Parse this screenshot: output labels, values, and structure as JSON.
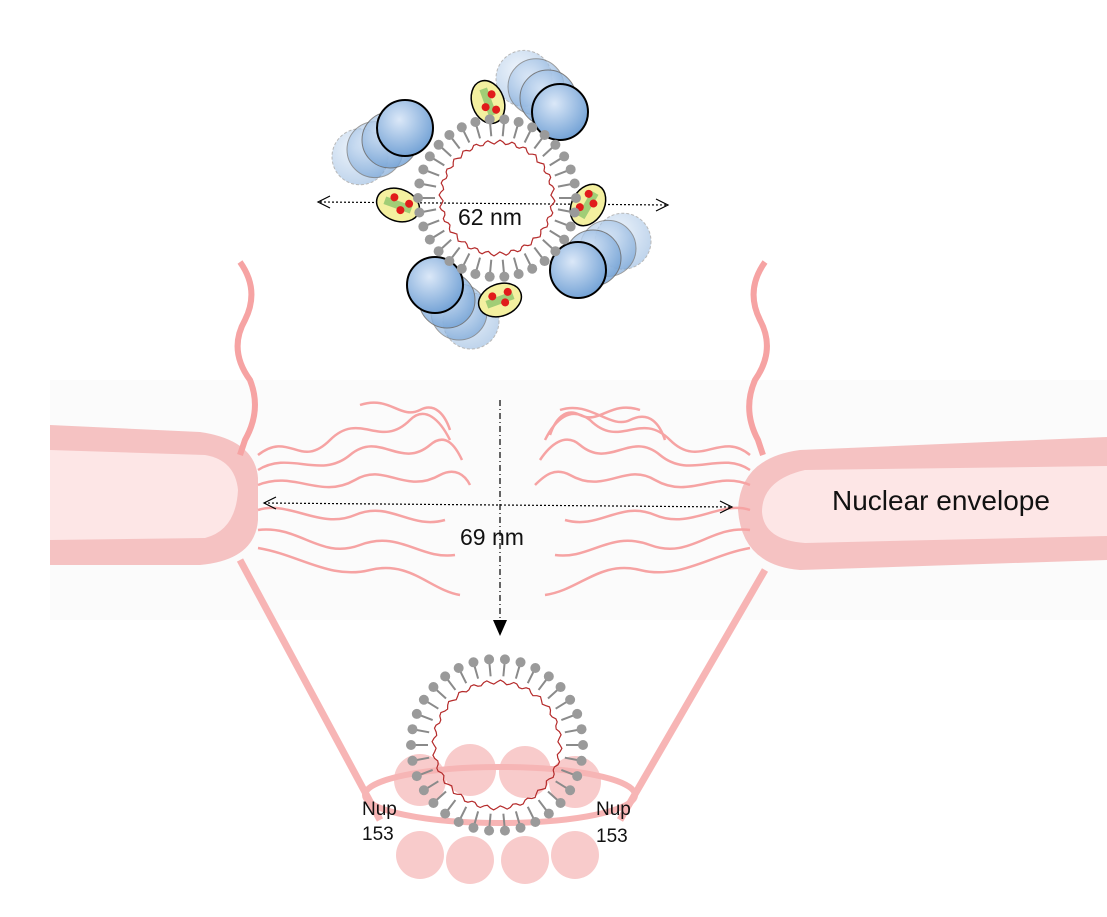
{
  "labels": {
    "capsid_diameter": "62 nm",
    "pore_diameter": "69 nm",
    "nuclear_envelope": "Nuclear envelope",
    "nup_left_line1": "Nup",
    "nup_left_line2": "153",
    "nup_right_line1": "Nup",
    "nup_right_line2": "153"
  },
  "colors": {
    "membrane": "#f3b7b7",
    "membrane_inner": "#fde6e6",
    "filament": "#f6a3a3",
    "lipid_head": "#9a9a9a",
    "rna": "#b52b2b",
    "antibody": "#a9c6ea",
    "antibody_dark": "#6f9fd4",
    "kinase": "#f4f0a0",
    "marker": "#e11b1b",
    "linker": "#8cc46c"
  }
}
